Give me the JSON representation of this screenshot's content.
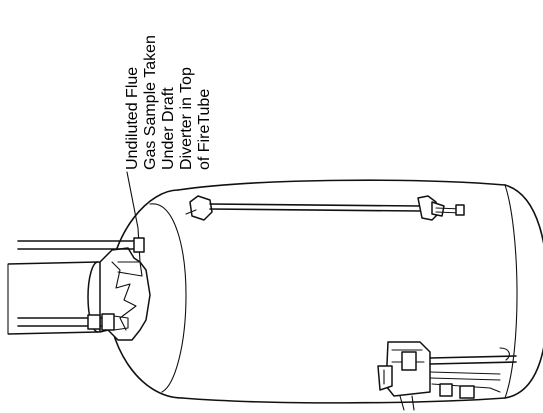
{
  "callout": {
    "lines": [
      "Undiluted Flue",
      "Gas Sample Taken",
      "Under Draft",
      "Diverter in Top",
      "of FireTube"
    ]
  }
}
